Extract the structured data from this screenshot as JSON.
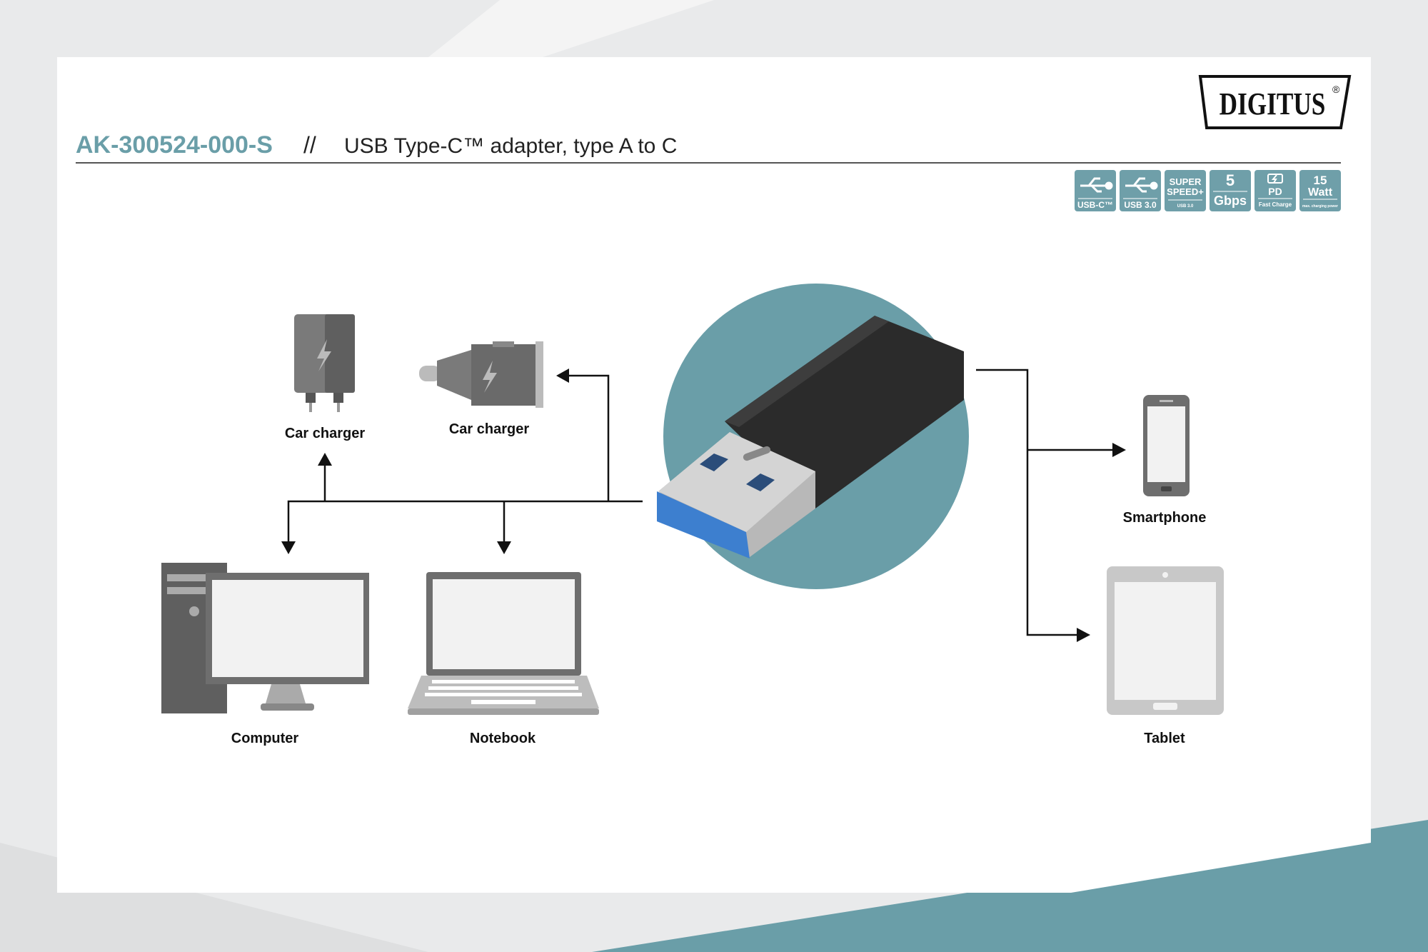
{
  "header": {
    "product_code": "AK-300524-000-S",
    "separator": "//",
    "description": "USB Type-C™ adapter, type A to C",
    "brand_logo": "DIGITUS®"
  },
  "badges": [
    {
      "icon": "usb-icon",
      "label": "USB-C™"
    },
    {
      "icon": "usb-icon",
      "label": "USB 3.0"
    },
    {
      "top": "SUPER",
      "middle": "SPEED+",
      "label": "USB 3.0"
    },
    {
      "top": "5",
      "label": "Gbps"
    },
    {
      "icon": "battery-charge-icon",
      "top": "PD",
      "label": "Fast Charge"
    },
    {
      "top": "15",
      "middle": "Watt",
      "label": "max. charging power"
    }
  ],
  "devices": {
    "wall_charger": "Car charger",
    "car_charger": "Car charger",
    "computer": "Computer",
    "notebook": "Notebook",
    "smartphone": "Smartphone",
    "tablet": "Tablet"
  },
  "colors": {
    "accent": "#6a9ea8",
    "badge": "#6f9fa9",
    "device_gray": "#6e6e6e",
    "background": "#e9eaeb"
  }
}
